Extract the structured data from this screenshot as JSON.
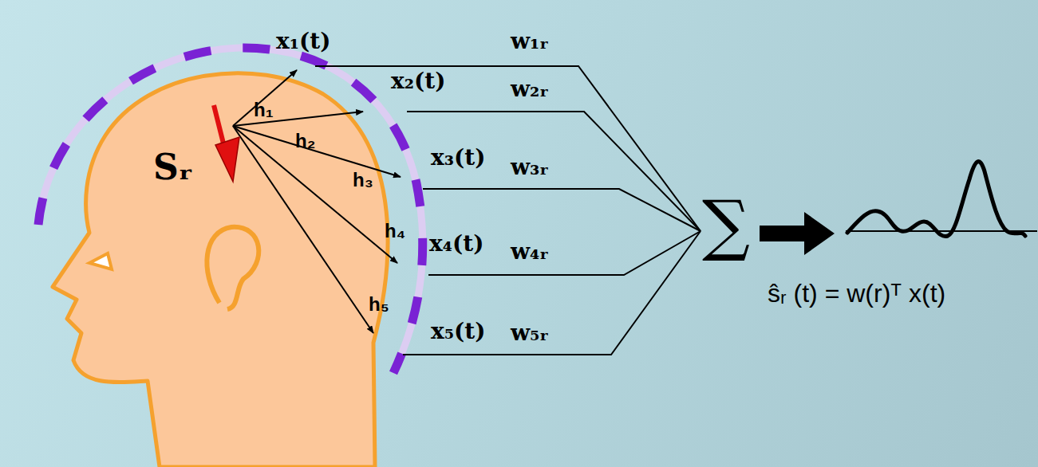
{
  "diagram": {
    "labels": [
      "x₁(t)",
      "x₂(t)",
      "x₃(t)",
      "x₄(t)",
      "x₅(t)",
      "w₁ᵣ",
      "w₂ᵣ",
      "w₃ᵣ",
      "w₄ᵣ",
      "w₅ᵣ",
      "h₁",
      "h₂",
      "h₃",
      "h₄",
      "h₅",
      "Sᵣ",
      "∑",
      "ŝᵣ (t) = w(r)ᵀ x(t)"
    ]
  }
}
